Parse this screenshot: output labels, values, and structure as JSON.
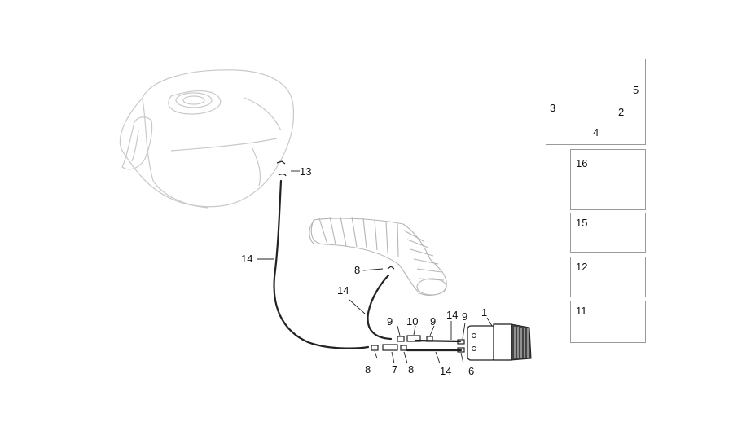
{
  "diagram": {
    "callouts": {
      "c1": "1",
      "c2": "2",
      "c3": "3",
      "c4": "4",
      "c5": "5",
      "c6": "6",
      "c7": "7",
      "c8a": "8",
      "c8b": "8",
      "c8c": "8",
      "c9a": "9",
      "c9b": "9",
      "c9c": "9",
      "c10": "10",
      "c11": "11",
      "c12": "12",
      "c13": "13",
      "c14a": "14",
      "c14b": "14",
      "c14c": "14",
      "c14d": "14",
      "c15": "15",
      "c16": "16"
    }
  }
}
